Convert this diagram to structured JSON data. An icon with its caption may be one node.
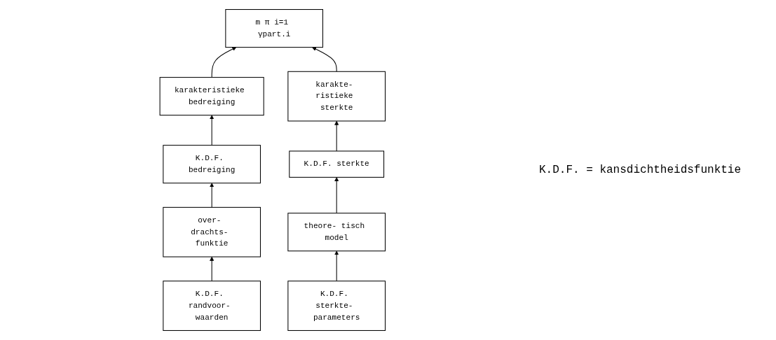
{
  "diagram": {
    "nodes": [
      {
        "text": [
          "K.D.F. bedreiging"
        ]
      },
      {
        "text": [
          "karakteristieke bedreiging"
        ]
      },
      {
        "text": [
          "m π i=1 γpart.i"
        ]
      },
      {
        "text": [
          "karakte- ristieke sterkte"
        ]
      },
      {
        "text": [
          "K.D.F. sterkte"
        ]
      },
      {
        "text": [
          "over- drachts- funktie"
        ]
      },
      {
        "text": [
          "theore- tisch model"
        ]
      },
      {
        "text": [
          "K.D.F. randvoor- waarden"
        ]
      },
      {
        "text": [
          "K.D.F. sterkte- parameters"
        ]
      }
    ],
    "edges": [
      {
        "from": 0,
        "to": 1,
        "arrow": "to"
      },
      {
        "from": 1,
        "to": 2,
        "arrow": "to"
      },
      {
        "from": 3,
        "to": 2,
        "arrow": "to"
      },
      {
        "from": 4,
        "to": 3,
        "arrow": "to"
      },
      {
        "from": 5,
        "to": 0,
        "arrow": "to"
      },
      {
        "from": 7,
        "to": 5,
        "arrow": "to"
      },
      {
        "from": 6,
        "to": 4,
        "arrow": "to"
      },
      {
        "from": 8,
        "to": 6,
        "arrow": "to"
      }
    ],
    "labels": [
      "K.D.F. = kansdichtheidsfunktie"
    ]
  }
}
